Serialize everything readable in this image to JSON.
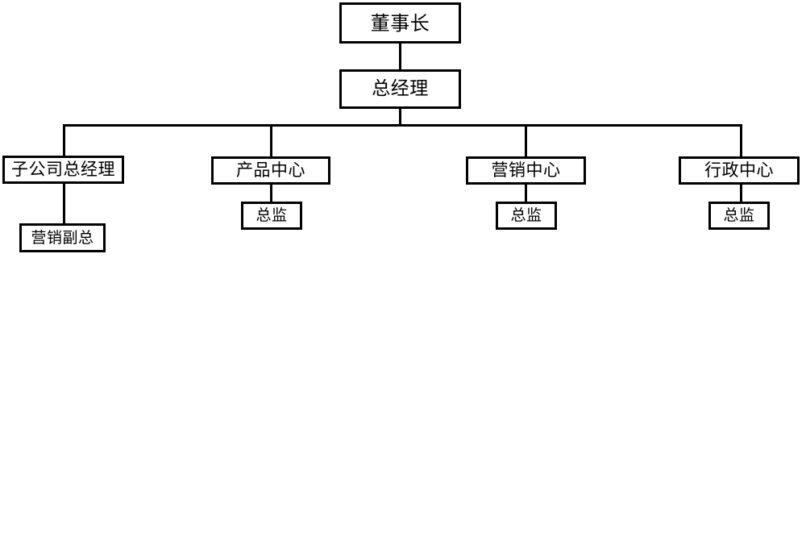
{
  "diagram": {
    "type": "organization-chart",
    "title": "",
    "background_color": "#ffffff",
    "line_color": "#000000",
    "text_color": "#000000",
    "nodes": [
      {
        "id": "chairman",
        "label": "董事长",
        "level": 0
      },
      {
        "id": "general-manager",
        "label": "总经理",
        "level": 1
      },
      {
        "id": "subsidiary-gm",
        "label": "子公司总经理",
        "level": 2
      },
      {
        "id": "product-center",
        "label": "产品中心",
        "level": 2
      },
      {
        "id": "marketing-center",
        "label": "营销中心",
        "level": 2
      },
      {
        "id": "admin-center",
        "label": "行政中心",
        "level": 2
      },
      {
        "id": "marketing-vp",
        "label": "营销副总",
        "level": 3
      },
      {
        "id": "product-director",
        "label": "总监",
        "level": 3
      },
      {
        "id": "marketing-director",
        "label": "总监",
        "level": 3
      },
      {
        "id": "admin-director",
        "label": "总监",
        "level": 3
      }
    ]
  }
}
